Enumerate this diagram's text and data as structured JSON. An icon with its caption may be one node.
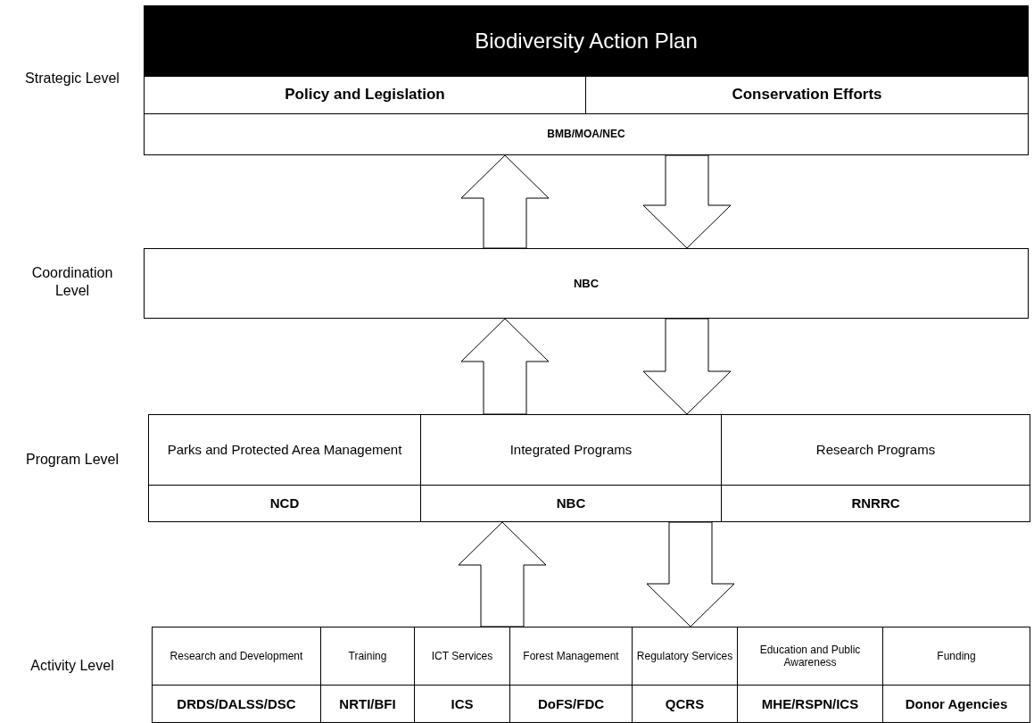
{
  "diagram": {
    "nodes": [
      {
        "text": [
          "Biodiversity Action Plan"
        ]
      },
      {
        "text": [
          "Policy and Legislation"
        ]
      },
      {
        "text": [
          "Conservation Efforts"
        ]
      },
      {
        "text": [
          "BMB/MOA/NEC"
        ]
      },
      {
        "text": [
          "NBC"
        ]
      },
      {
        "text": [
          "Parks and Protected Area Management"
        ]
      },
      {
        "text": [
          "Integrated Programs"
        ]
      },
      {
        "text": [
          "Research Programs"
        ]
      },
      {
        "text": [
          "NCD"
        ]
      },
      {
        "text": [
          "NBC"
        ]
      },
      {
        "text": [
          "RNRRC"
        ]
      },
      {
        "text": [
          "Research and Development"
        ]
      },
      {
        "text": [
          "Training"
        ]
      },
      {
        "text": [
          "ICT Services"
        ]
      },
      {
        "text": [
          "Forest Management"
        ]
      },
      {
        "text": [
          "Regulatory Services"
        ]
      },
      {
        "text": [
          "Education and Public Awareness"
        ]
      },
      {
        "text": [
          "Funding"
        ]
      },
      {
        "text": [
          "DRDS/DALSS/DSC"
        ]
      },
      {
        "text": [
          "NRTI/BFI"
        ]
      },
      {
        "text": [
          "ICS"
        ]
      },
      {
        "text": [
          "DoFS/FDC"
        ]
      },
      {
        "text": [
          "QCRS"
        ]
      },
      {
        "text": [
          "MHE/RSPN/ICS"
        ]
      },
      {
        "text": [
          "Donor Agencies"
        ]
      }
    ],
    "edges": [
      {
        "from": 4,
        "to": 3,
        "arrow": "to"
      },
      {
        "from": 3,
        "to": 4,
        "arrow": "to"
      },
      {
        "from": 6,
        "to": 4,
        "arrow": "to"
      },
      {
        "from": 4,
        "to": 6,
        "arrow": "to"
      },
      {
        "from": 13,
        "to": 9,
        "arrow": "to"
      },
      {
        "from": 9,
        "to": 15,
        "arrow": "to"
      }
    ],
    "labels": [
      "Strategic Level",
      "Coordination Level",
      "Program Level",
      "Activity Level"
    ]
  }
}
